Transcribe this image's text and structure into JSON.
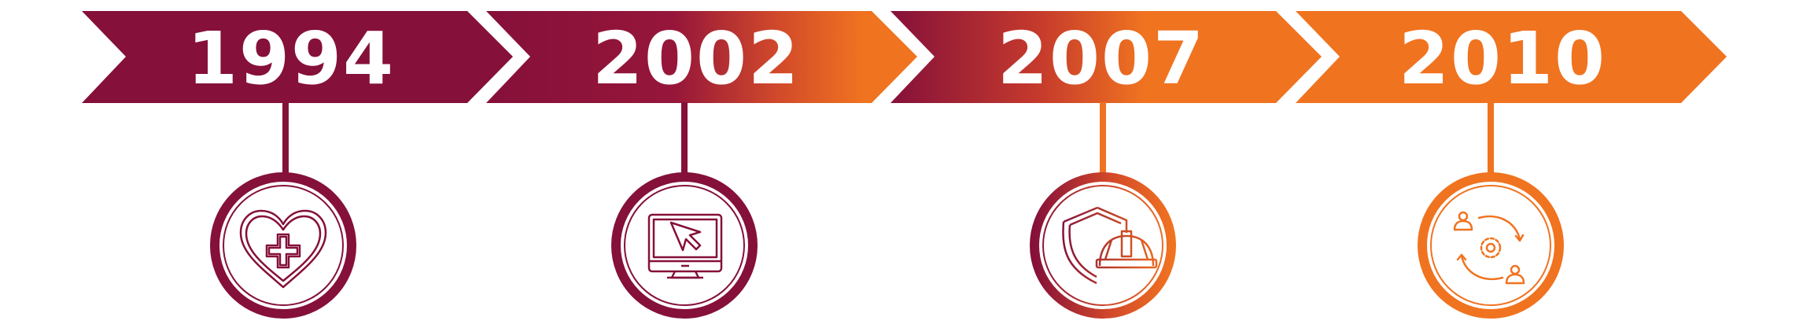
{
  "milestones": [
    {
      "year": "1994",
      "icon": "heart-medical-cross-icon"
    },
    {
      "year": "2002",
      "icon": "computer-monitor-cursor-icon"
    },
    {
      "year": "2007",
      "icon": "shield-construction-helmet-icon"
    },
    {
      "year": "2010",
      "icon": "people-gear-cycle-icon"
    }
  ],
  "colors": {
    "maroon": "#85103a",
    "orange": "#f07320",
    "background": "#ffffff"
  }
}
